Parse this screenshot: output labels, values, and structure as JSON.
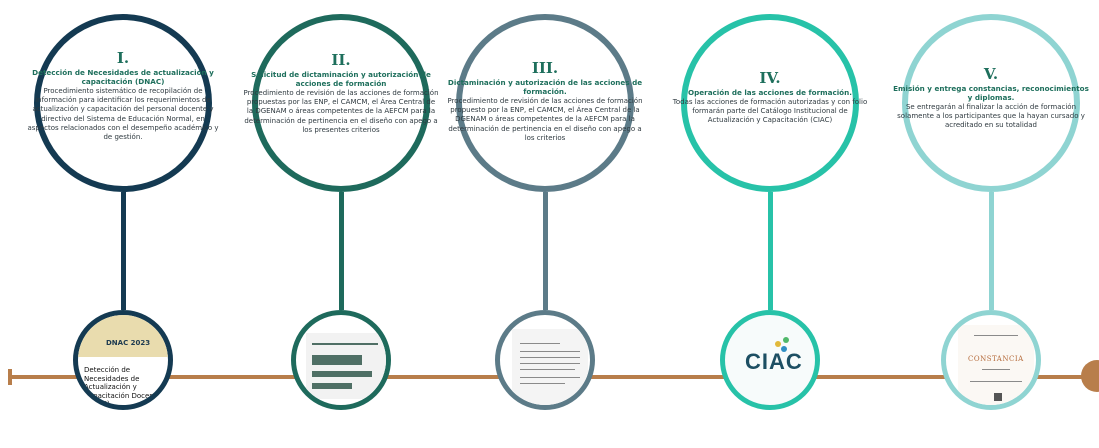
{
  "colors": {
    "timeline": "#b87e4b",
    "step1": "#143a52",
    "step2": "#1e6a5c",
    "step3": "#5c7b88",
    "step4": "#27c2a8",
    "step5": "#8fd4d2",
    "heading_green": "#1e6f5c"
  },
  "steps": [
    {
      "roman": "I.",
      "heading": "Detección de Necesidades de actualización y capacitación (DNAC)",
      "body": "Procedimiento sistemático de recopilación de información para identificar los requerimientos de actualización y capacitación del personal docente y directivo del Sistema de Educación Normal, en aspectos relacionados con el desempeño académico y de gestión.",
      "thumbnail_label": "Detección de Necesidades de Actualización y Capacitación Docente (DNAC)",
      "thumbnail_badge": "DNAC 2023"
    },
    {
      "roman": "II.",
      "heading": "Solicitud de dictaminación y autorización de acciones de formación",
      "body": "Procedimiento de revisión de las acciones de formación propuestas por las ENP, el CAMCM, el Área Central de la DGENAM o áreas competentes de la AEFCM para la determinación de pertinencia en el diseño con apego a los presentes criterios"
    },
    {
      "roman": "III.",
      "heading": "Dictaminación y autorización de las acciones de formación.",
      "body": "Procedimiento de revisión de las acciones de formación propuesto por la ENP, el CAMCM, el Área Central de la DGENAM o áreas competentes de la AEFCM para la determinación de pertinencia en el diseño con apego a los criterios"
    },
    {
      "roman": "IV.",
      "heading": "Operación de las acciones de formación.",
      "body": "Todas las acciones de formación autorizadas y con folio formarán parte del Catálogo Institucional de Actualización y Capacitación (CIAC)",
      "logo_text": "CIAC"
    },
    {
      "roman": "V.",
      "heading": "Emisión y entrega constancias, reconocimientos y diplomas.",
      "body": "Se entregarán al finalizar la acción de formación solamente a los participantes que la hayan cursado y acreditado en su totalidad",
      "cert_title": "CONSTANCIA"
    }
  ]
}
